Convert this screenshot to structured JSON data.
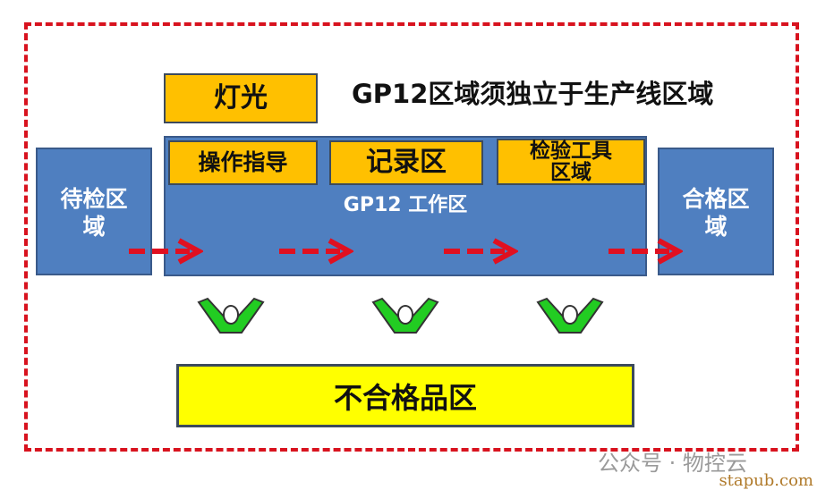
{
  "title": "GP12区域须独立于生产线区域",
  "light": "灯光",
  "waiting_area": "待检区域",
  "work_area": "GP12 工作区",
  "sub_areas": [
    "操作指导",
    "记录区",
    "检验工具区域"
  ],
  "passed_area": "合格区域",
  "reject_area": "不合格品区",
  "watermark": "公众号 · 物控云",
  "site": "stapub.com",
  "colors": {
    "frame": "#d8121e",
    "blue": "#4f7fc0",
    "orange": "#ffc000",
    "yellow": "#ffff00",
    "arrow": "#e01020",
    "figure": "#22cc22"
  }
}
